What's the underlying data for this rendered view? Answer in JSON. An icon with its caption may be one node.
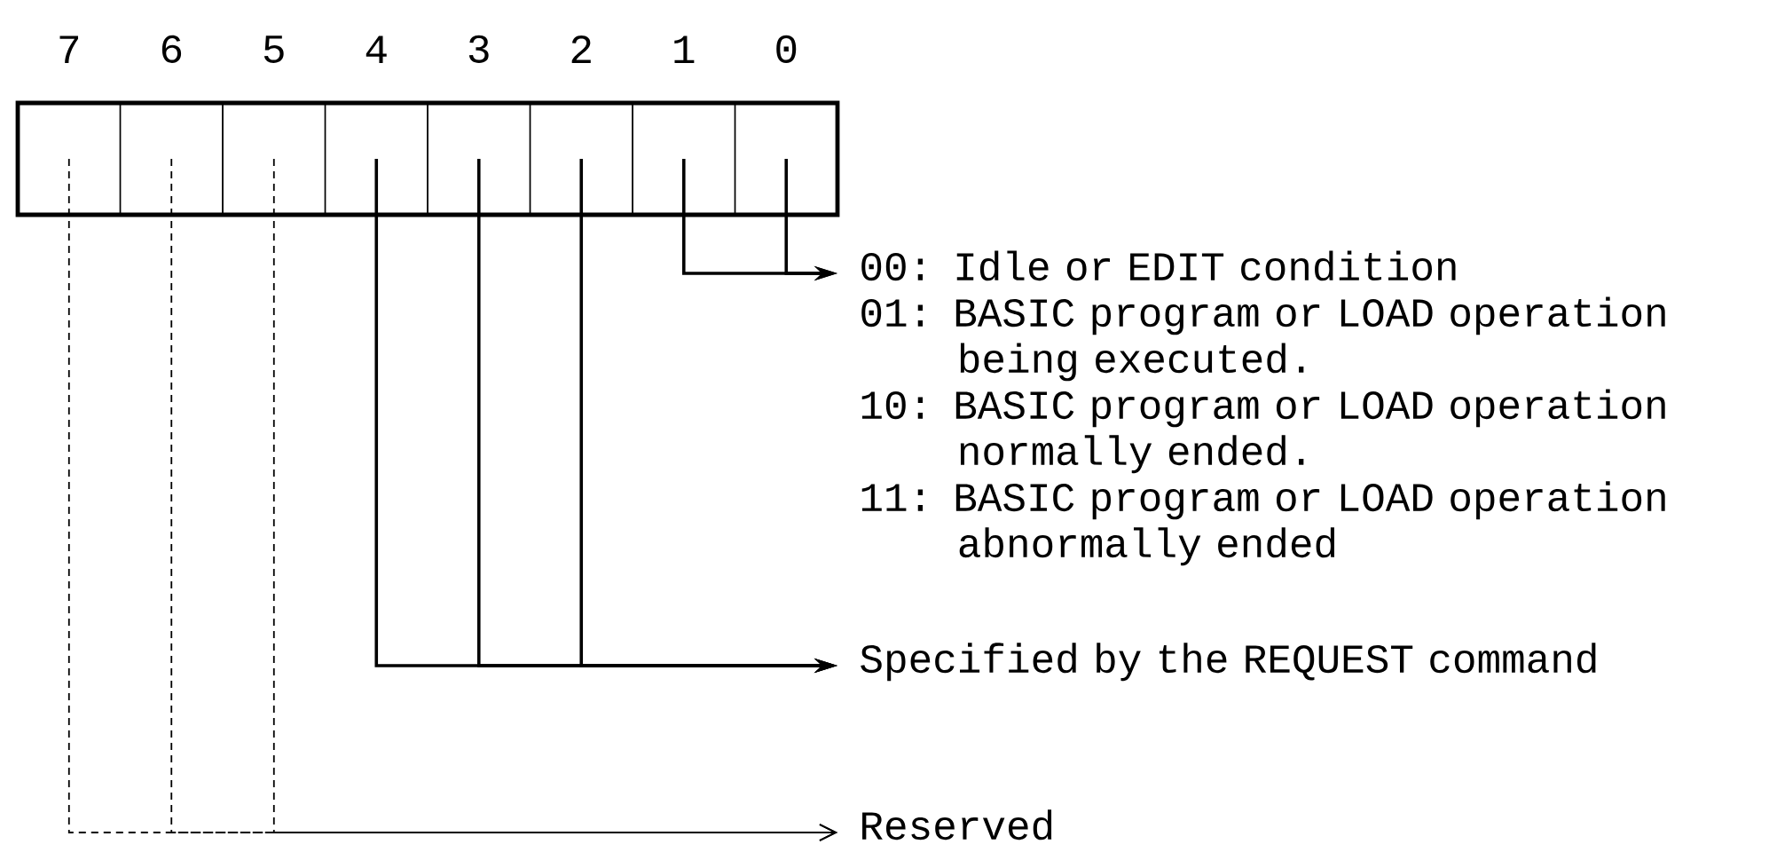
{
  "diagram": {
    "nodes": [
      {
        "text": [
          "7"
        ]
      },
      {
        "text": [
          "6"
        ]
      },
      {
        "text": [
          "5"
        ]
      },
      {
        "text": [
          "4"
        ]
      },
      {
        "text": [
          "3"
        ]
      },
      {
        "text": [
          "2"
        ]
      },
      {
        "text": [
          "1"
        ]
      },
      {
        "text": [
          "0"
        ]
      },
      {
        "text": [
          "00: Idle or EDIT condition",
          "01: BASIC program or LOAD operation being executed.",
          "10: BASIC program or LOAD operation normally ended.",
          "11: BASIC program or LOAD operation abnormally ended"
        ]
      },
      {
        "text": [
          "Specified by the REQUEST command"
        ]
      },
      {
        "text": [
          "Reserved"
        ]
      }
    ],
    "edges": [
      {
        "from": 6,
        "to": 8,
        "arrow": "to"
      },
      {
        "from": 7,
        "to": 8,
        "arrow": "to"
      },
      {
        "from": 3,
        "to": 9,
        "arrow": "to"
      },
      {
        "from": 4,
        "to": 9,
        "arrow": "to"
      },
      {
        "from": 5,
        "to": 9,
        "arrow": "to"
      },
      {
        "from": 0,
        "to": 10,
        "arrow": "to",
        "style": "dashed"
      },
      {
        "from": 1,
        "to": 10,
        "arrow": "to",
        "style": "dashed"
      },
      {
        "from": 2,
        "to": 10,
        "arrow": "to",
        "style": "dashed"
      }
    ]
  }
}
